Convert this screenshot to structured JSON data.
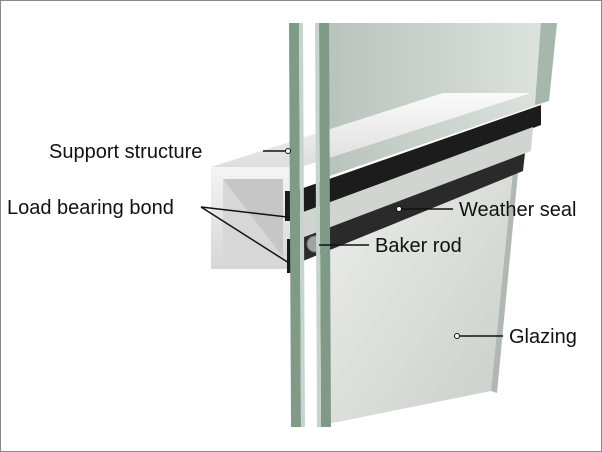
{
  "labels": {
    "support_structure": "Support structure",
    "load_bearing_bond": "Load bearing bond",
    "weather_seal": "Weather seal",
    "baker_rod": "Baker rod",
    "glazing": "Glazing"
  },
  "colors": {
    "glass_front": "#d9ddda",
    "glass_back": "#c3cbc4",
    "glass_edge": "#6f8a78",
    "seal": "#1c1c1c",
    "support_metal": "#e8e8e8",
    "baker_rod": "#9fa3a3",
    "text": "#111111",
    "border": "#8a8a8a"
  }
}
